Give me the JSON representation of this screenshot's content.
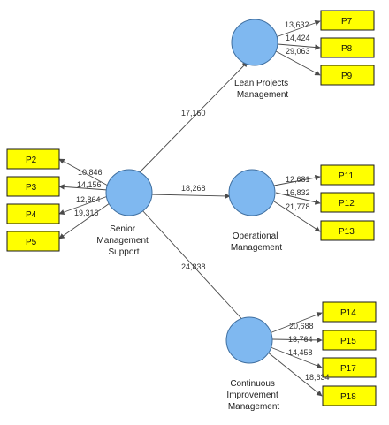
{
  "colors": {
    "indicator_fill": "#ffff00",
    "construct_fill": "#7fb8f0",
    "edge": "#4a4a4a"
  },
  "constructs": {
    "senior": {
      "label_lines": [
        "Senior",
        "Management",
        "Support"
      ]
    },
    "lean": {
      "label_lines": [
        "Lean Projects",
        "Management"
      ]
    },
    "operational": {
      "label_lines": [
        "Operational",
        "Management"
      ]
    },
    "continuous": {
      "label_lines": [
        "Continuous",
        "Improvement",
        "Management"
      ]
    }
  },
  "indicators": {
    "P2": "P2",
    "P3": "P3",
    "P4": "P4",
    "P5": "P5",
    "P7": "P7",
    "P8": "P8",
    "P9": "P9",
    "P11": "P11",
    "P12": "P12",
    "P13": "P13",
    "P14": "P14",
    "P15": "P15",
    "P17": "P17",
    "P18": "P18"
  },
  "path_coefficients": {
    "senior_lean": "17,160",
    "senior_operational": "18,268",
    "senior_continuous": "24,838"
  },
  "loadings": {
    "P2": "10,846",
    "P3": "14,156",
    "P4": "12,864",
    "P5": "19,316",
    "P7": "13,632",
    "P8": "14,424",
    "P9": "29,063",
    "P11": "12,681",
    "P12": "16,832",
    "P13": "21,778",
    "P14": "20,688",
    "P15": "13,764",
    "P17": "14,458",
    "P18": "18,634"
  }
}
